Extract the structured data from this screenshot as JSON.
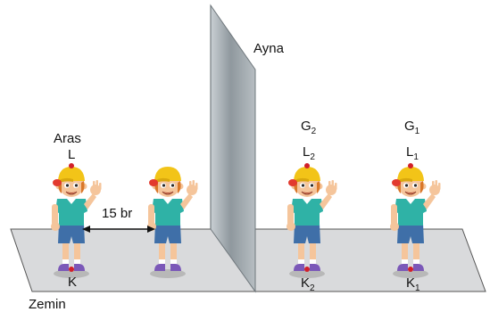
{
  "labels": {
    "mirror": "Ayna",
    "ground": "Zemin",
    "object_name": "Aras",
    "object_top": "L",
    "object_bottom": "K",
    "distance": "15 br",
    "image2_name": "G",
    "image2_name_sub": "2",
    "image2_top": "L",
    "image2_top_sub": "2",
    "image2_bottom": "K",
    "image2_bottom_sub": "2",
    "image1_name": "G",
    "image1_name_sub": "1",
    "image1_top": "L",
    "image1_top_sub": "1",
    "image1_bottom": "K",
    "image1_bottom_sub": "1"
  },
  "colors": {
    "floor": "#d9dadc",
    "mirror": "#9aa3a8",
    "point": "#d1202a",
    "shirt": "#2fb2a6",
    "shorts": "#3f6fa8",
    "cap": "#f2c418",
    "cap_brim": "#e23a2e",
    "hair": "#d9772a",
    "skin": "#f5c59b",
    "shoes": "#7b58b8"
  }
}
